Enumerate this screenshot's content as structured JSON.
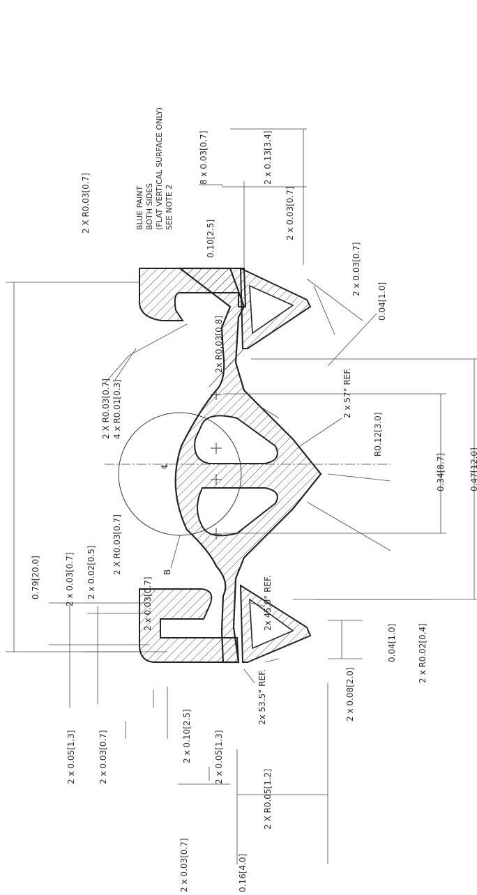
{
  "drawing": {
    "dimensions": {
      "overall_length": "0.79[20.0]",
      "top_radius": "2 X R0.03[0.7]",
      "paint_note": [
        "BLUE PAINT",
        "BOTH SIDES",
        "(FLAT VERTICAL SURFACE ONLY)",
        "SEE NOTE 2"
      ],
      "slot_8x": "8 x 0.03[0.7]",
      "right_013": "2 x 0.13[3.4]",
      "right_003": "2 x 0.03[0.7]",
      "lip_010": "0.10[2.5]",
      "lip_003b": "2 x 0.03[0.7]",
      "tip_004": "0.04[1.0]",
      "inner_r03_08": "2x R0.03[0.8]",
      "ref_57": "2 x 57° REF.",
      "r012": "R0.12[3.0]",
      "r003_07": "2 X R0.03[0.7]",
      "r001_03": "4 x R0.01[0.3]",
      "center_mark": "℄",
      "dim_034": "0.34[8.7]",
      "dim_047": "0.47[12.0]",
      "label_b": "B",
      "ref_45": "2x 45.0° REF.",
      "dim_004_lower": "0.04[1.0]",
      "r002": "2 x R0.02[0.4]",
      "left_r003": "2 X R0.03[0.7]",
      "left_003_top": "2 x 0.03[0.7]",
      "left_002": "2 x 0.02[0.5]",
      "left_003_mid": "2 x 0.03[0.7]",
      "ref_535": "2x 53.5° REF.",
      "r005": "2 X R0.05[1.2]",
      "dim_008": "2 x 0.08[2.0]",
      "dim_010_left": "2 x 0.10[2.5]",
      "dim_005_left": "2 x 0.05[1.3]",
      "dim_005_far": "2 x 0.05[1.3]",
      "dim_003_far": "2 x 0.03[0.7]",
      "dim_003_bottom": "2 x 0.03[0.7]",
      "dim_016": "0.16[4.0]"
    }
  }
}
